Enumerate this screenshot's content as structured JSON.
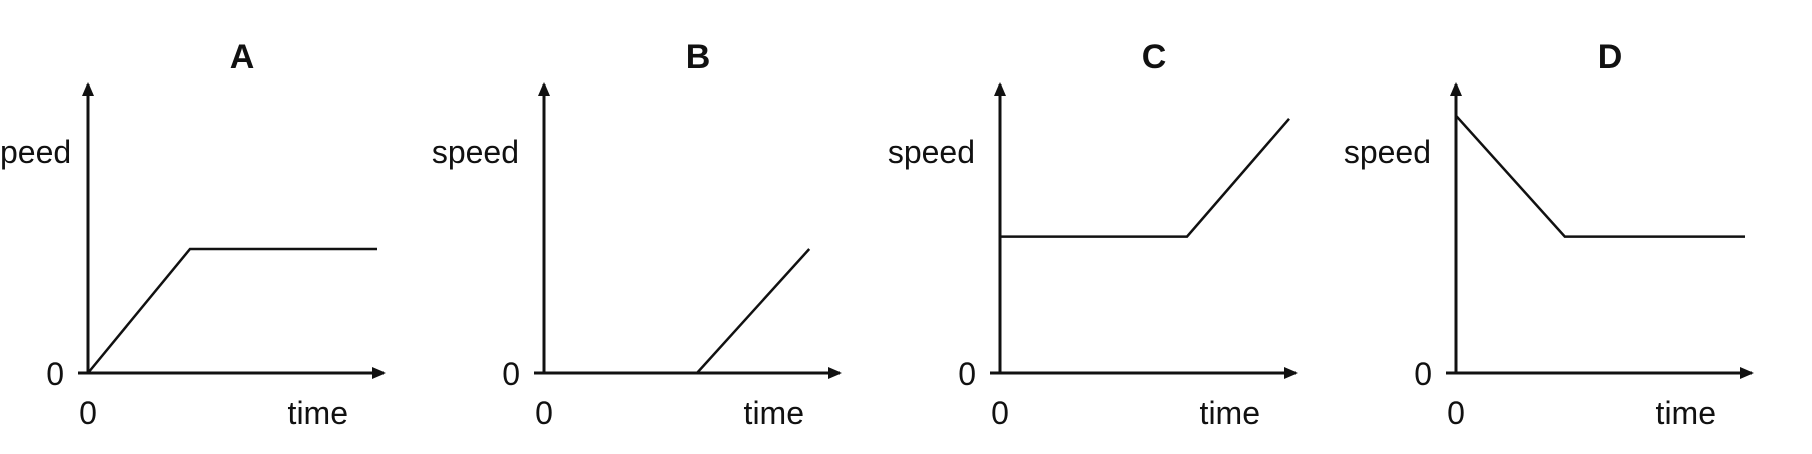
{
  "chart_data": [
    {
      "type": "line",
      "title": "A",
      "ylabel": "speed",
      "xlabel": "time",
      "x_tick": "0",
      "y_tick": "0",
      "series": [
        {
          "x": [
            0,
            3,
            8.5
          ],
          "y": [
            0,
            4,
            4
          ]
        }
      ]
    },
    {
      "type": "line",
      "title": "B",
      "ylabel": "speed",
      "xlabel": "time",
      "x_tick": "0",
      "y_tick": "0",
      "series": [
        {
          "x": [
            0,
            4.5,
            7.8
          ],
          "y": [
            0,
            0,
            4
          ]
        }
      ]
    },
    {
      "type": "line",
      "title": "C",
      "ylabel": "speed",
      "xlabel": "time",
      "x_tick": "0",
      "y_tick": "0",
      "series": [
        {
          "x": [
            0,
            5.5,
            8.5
          ],
          "y": [
            4.4,
            4.4,
            8.2
          ]
        }
      ]
    },
    {
      "type": "line",
      "title": "D",
      "ylabel": "speed",
      "xlabel": "time",
      "x_tick": "0",
      "y_tick": "0",
      "series": [
        {
          "x": [
            0,
            3.2,
            8.5
          ],
          "y": [
            8.3,
            4.4,
            4.4
          ]
        }
      ]
    }
  ],
  "colors": {
    "ink": "#111111",
    "background": "#ffffff"
  }
}
